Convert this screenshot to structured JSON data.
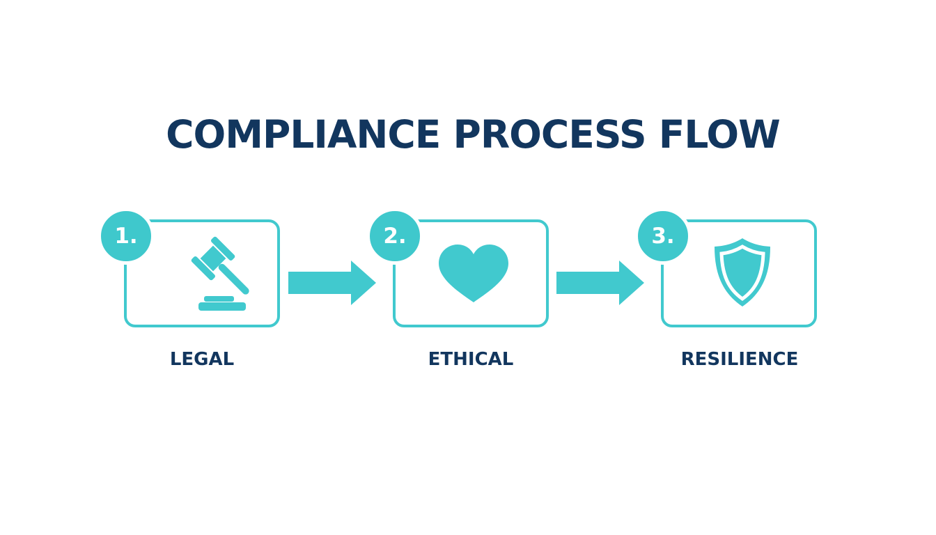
{
  "title": "COMPLIANCE PROCESS FLOW",
  "accent_color": "#41c9ce",
  "text_color": "#12365e",
  "steps": [
    {
      "number": "1.",
      "label": "LEGAL",
      "icon": "gavel-icon"
    },
    {
      "number": "2.",
      "label": "ETHICAL",
      "icon": "heart-icon"
    },
    {
      "number": "3.",
      "label": "RESILIENCE",
      "icon": "shield-icon"
    }
  ]
}
